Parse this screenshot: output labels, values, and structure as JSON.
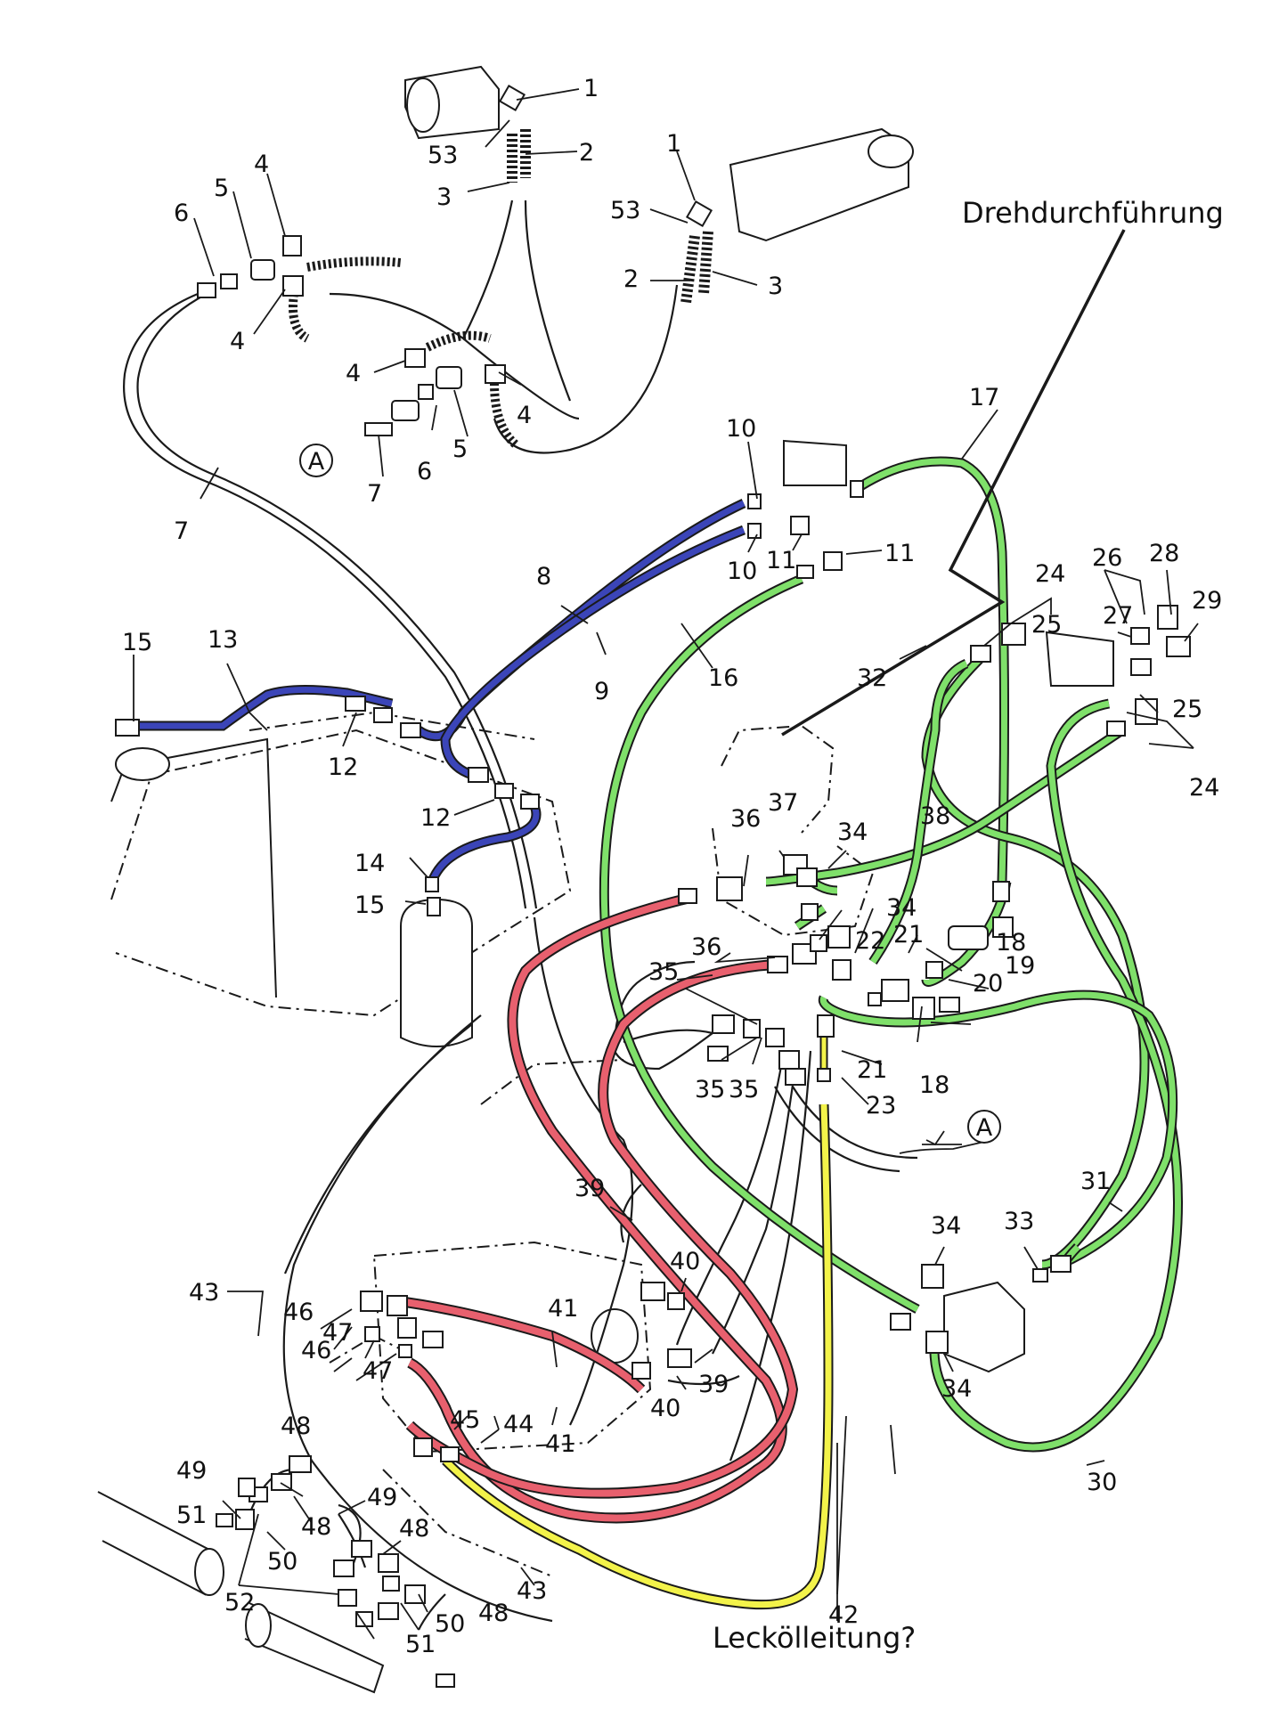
{
  "annotations": {
    "rotary_joint": "Drehdurchführung",
    "leak_oil_line": "Lecköl­leitung?"
  },
  "colors": {
    "blue_hose": "#3b45b8",
    "green_hose": "#7fe06a",
    "red_hose": "#e8606e",
    "yellow_hose": "#f3f34a",
    "line": "#1a1a1a"
  },
  "ref_marker": "A",
  "part_numbers": {
    "p1a": "1",
    "p53a": "53",
    "p2a": "2",
    "p3a": "3",
    "p1b": "1",
    "p53b": "53",
    "p2b": "2",
    "p3b": "3",
    "p4a": "4",
    "p5a": "5",
    "p6a": "6",
    "p4b": "4",
    "p4c": "4",
    "p4d": "4",
    "p6b": "6",
    "p5b": "5",
    "p7a": "7",
    "p7b": "7",
    "p10a": "10",
    "p10b": "10",
    "p11a": "11",
    "p11b": "11",
    "p17": "17",
    "p8": "8",
    "p9": "9",
    "p16": "16",
    "p13": "13",
    "p15a": "15",
    "p12a": "12",
    "p12b": "12",
    "p14": "14",
    "p15b": "15",
    "p24a": "24",
    "p25a": "25",
    "p26": "26",
    "p27": "27",
    "p28": "28",
    "p29": "29",
    "p32": "32",
    "p25b": "25",
    "p24b": "24",
    "p36a": "36",
    "p37": "37",
    "p34a": "34",
    "p38": "38",
    "p34b": "34",
    "p36b": "36",
    "p22": "22",
    "p21a": "21",
    "p18a": "18",
    "p19": "19",
    "p20": "20",
    "p35a": "35",
    "p35b": "35",
    "p35c": "35",
    "p21b": "21",
    "p23": "23",
    "p18b": "18",
    "p39a": "39",
    "p40a": "40",
    "p39b": "39",
    "p40b": "40",
    "p31": "31",
    "p34c": "34",
    "p33": "33",
    "p34d": "34",
    "p30": "30",
    "p43a": "43",
    "p46a": "46",
    "p47a": "47",
    "p46b": "46",
    "p47b": "47",
    "p41a": "41",
    "p41b": "41",
    "p45": "45",
    "p44": "44",
    "p48a": "48",
    "p49a": "49",
    "p51a": "51",
    "p49b": "49",
    "p48b": "48",
    "p50a": "50",
    "p48c": "48",
    "p52": "52",
    "p51b": "51",
    "p50b": "50",
    "p48d": "48",
    "p43b": "43",
    "p42": "42"
  }
}
